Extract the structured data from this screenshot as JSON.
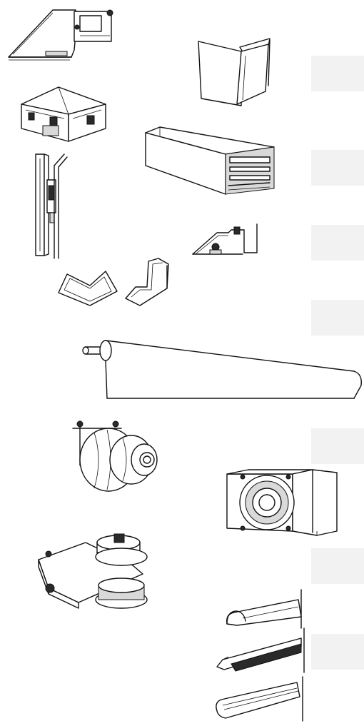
{
  "colors": {
    "background": "#ffffff",
    "line": "#111111",
    "placeholder": "#f2f2f2"
  },
  "items": [
    {
      "name": "angled-bracket-profile"
    },
    {
      "name": "end-cap-panel"
    },
    {
      "name": "outer-corner-connector"
    },
    {
      "name": "box-rail-profile"
    },
    {
      "name": "vertical-guide-profiles"
    },
    {
      "name": "mounting-bracket-clamp"
    },
    {
      "name": "corner-covers"
    },
    {
      "name": "roller-blind-tube"
    },
    {
      "name": "motor-drum-with-bracket"
    },
    {
      "name": "speaker-housing"
    },
    {
      "name": "pulley-carriage-assembly"
    },
    {
      "name": "seal-profile-round"
    },
    {
      "name": "seal-profile-brush"
    },
    {
      "name": "seal-profile-rail"
    }
  ],
  "placeholders": 7
}
